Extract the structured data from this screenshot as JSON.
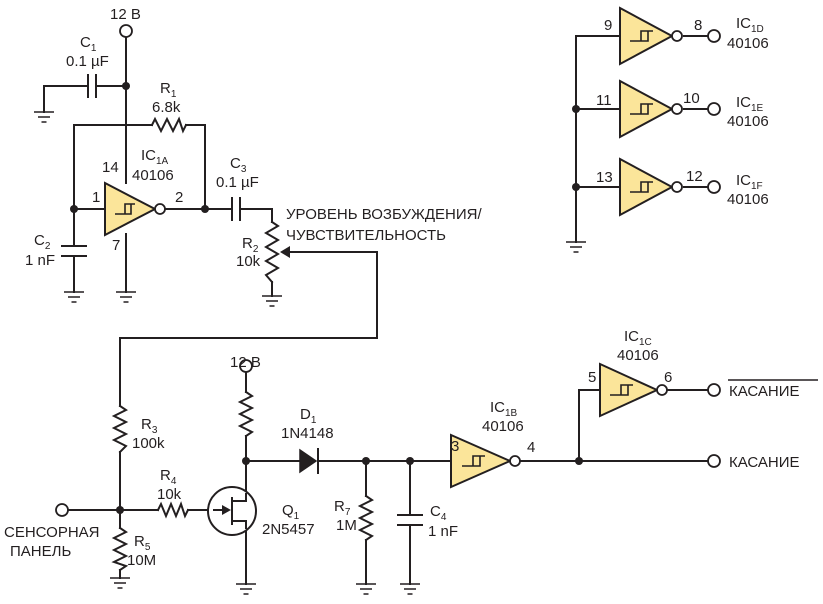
{
  "supply": {
    "top": "12 В",
    "jfet": "12 В"
  },
  "c1": {
    "name": "C",
    "sub": "1",
    "value": "0.1 µF"
  },
  "r1": {
    "name": "R",
    "sub": "1",
    "value": "6.8k"
  },
  "ic1a": {
    "name": "IC",
    "sub": "1A",
    "part": "40106",
    "pin_vdd": "14",
    "pin_in": "1",
    "pin_out": "2",
    "pin_gnd": "7"
  },
  "c2": {
    "name": "C",
    "sub": "2",
    "value": "1 nF"
  },
  "c3": {
    "name": "C",
    "sub": "3",
    "value": "0.1 µF"
  },
  "r2": {
    "name": "R",
    "sub": "2",
    "value": "10k"
  },
  "drive_label": {
    "line1": "УРОВЕНЬ ВОЗБУЖДЕНИЯ/",
    "line2": "ЧУВСТВИТЕЛЬНОСТЬ"
  },
  "ic1d": {
    "name": "IC",
    "sub": "1D",
    "part": "40106",
    "pin_in": "9",
    "pin_out": "8"
  },
  "ic1e": {
    "name": "IC",
    "sub": "1E",
    "part": "40106",
    "pin_in": "11",
    "pin_out": "10"
  },
  "ic1f": {
    "name": "IC",
    "sub": "1F",
    "part": "40106",
    "pin_in": "13",
    "pin_out": "12"
  },
  "r3": {
    "name": "R",
    "sub": "3",
    "value": "100k"
  },
  "r4": {
    "name": "R",
    "sub": "4",
    "value": "10k"
  },
  "r5": {
    "name": "R",
    "sub": "5",
    "value": "10M"
  },
  "q1": {
    "name": "Q",
    "sub": "1",
    "part": "2N5457"
  },
  "d1": {
    "name": "D",
    "sub": "1",
    "part": "1N4148"
  },
  "r7": {
    "name": "R",
    "sub": "7",
    "value": "1M"
  },
  "c4": {
    "name": "C",
    "sub": "4",
    "value": "1 nF"
  },
  "ic1b": {
    "name": "IC",
    "sub": "1B",
    "part": "40106",
    "pin_in": "3",
    "pin_out": "4"
  },
  "ic1c": {
    "name": "IC",
    "sub": "1C",
    "part": "40106",
    "pin_in": "5",
    "pin_out": "6"
  },
  "outputs": {
    "touch_inverted": "КАСАНИЕ",
    "touch": "КАСАНИЕ"
  },
  "touch_panel": {
    "line1": "СЕНСОРНАЯ",
    "line2": "ПАНЕЛЬ"
  }
}
